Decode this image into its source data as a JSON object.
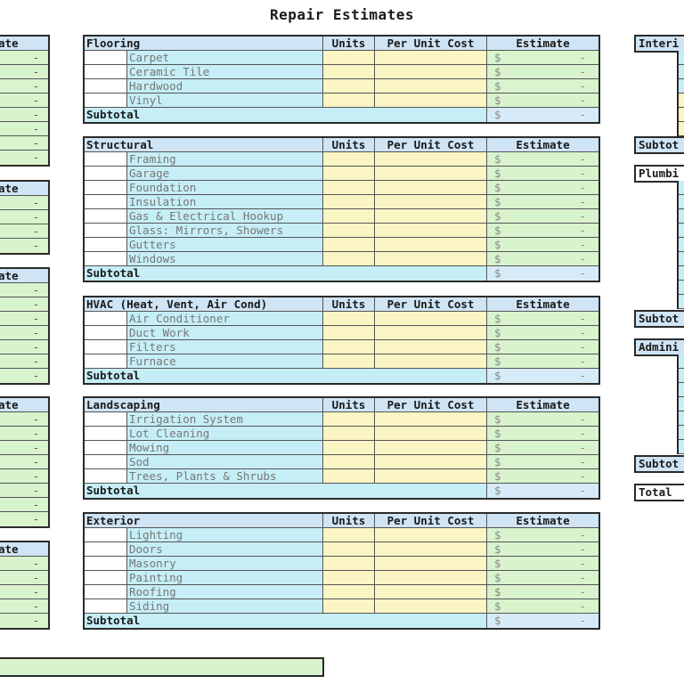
{
  "title": "Repair Estimates",
  "columns": {
    "units": "Units",
    "per_unit_cost": "Per Unit Cost",
    "estimate": "Estimate"
  },
  "currency_symbol": "$",
  "empty_value": "-",
  "subtotal_label": "Subtotal",
  "sections": [
    {
      "name": "Flooring",
      "items": [
        "Carpet",
        "Ceramic Tile",
        "Hardwood",
        "Vinyl"
      ]
    },
    {
      "name": "Structural",
      "items": [
        "Framing",
        "Garage",
        "Foundation",
        "Insulation",
        "Gas & Electrical Hookup",
        "Glass: Mirrors, Showers",
        "Gutters",
        "Windows"
      ]
    },
    {
      "name": "HVAC (Heat, Vent, Air Cond)",
      "items": [
        "Air Conditioner",
        "Duct Work",
        "Filters",
        "Furnace"
      ]
    },
    {
      "name": "Landscaping",
      "items": [
        "Irrigation System",
        "Lot Cleaning",
        "Mowing",
        "Sod",
        "Trees, Plants & Shrubs"
      ]
    },
    {
      "name": "Exterior",
      "items": [
        "Lighting",
        "Doors",
        "Masonry",
        "Painting",
        "Roofing",
        "Siding"
      ]
    }
  ],
  "left_partial": {
    "header_fragment": "ate",
    "dash": "-"
  },
  "right_partial": {
    "interior_fragment": "Interi",
    "subtotal_fragment": "Subtot",
    "plumbing_fragment": "Plumbi",
    "admin_fragment": "Admini",
    "total_label": "Total"
  },
  "colors": {
    "header_blue": "#cfe4f4",
    "item_cyan": "#c6eef6",
    "input_yellow": "#fbf5c4",
    "estimate_green": "#d9f3cc"
  }
}
